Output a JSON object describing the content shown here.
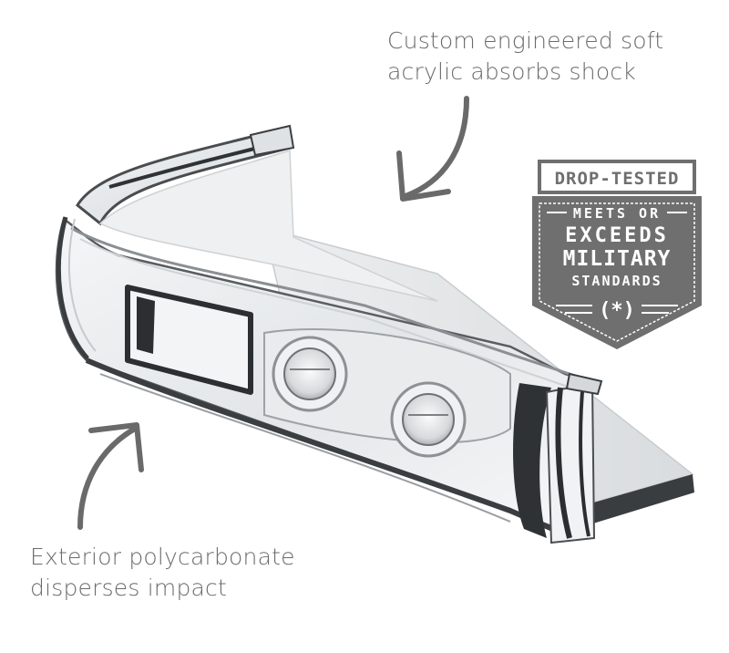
{
  "captions": {
    "top": {
      "line1": "Custom engineered soft",
      "line2": "acrylic absorbs shock"
    },
    "bottom": {
      "line1": "Exterior polycarbonate",
      "line2": "disperses impact"
    }
  },
  "badge": {
    "header": "DROP-TESTED",
    "line1": "MEETS OR",
    "line2": "EXCEEDS",
    "line3": "MILITARY",
    "line4": "STANDARDS",
    "symbol": "(*)",
    "fill_color": "#6f6f6f",
    "text_color": "#ffffff"
  },
  "product": {
    "icon": "phone-bumper-corner-illustration"
  },
  "arrows": [
    "arrow-down-left-icon",
    "arrow-up-right-icon"
  ]
}
